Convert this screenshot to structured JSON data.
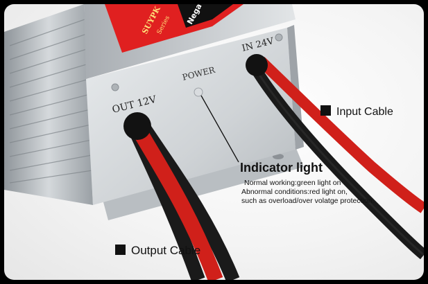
{
  "device_labels": {
    "power": "POWER",
    "out_port": "OUT 12V",
    "in_port": "IN 24V",
    "brand_text": "SUYPK",
    "brand_sub": "Series",
    "label_fragment": "Nega"
  },
  "callouts": {
    "input_cable": "Input Cable",
    "output_cable": "Output Cable",
    "indicator_title": "Indicator light",
    "indicator_desc": [
      "Normal working:green light on",
      "Abnormal conditions:red light on,",
      "such as overload/over volatge protection."
    ]
  },
  "colors": {
    "cable_red": "#d0201a",
    "cable_black": "#1a1a1a",
    "housing": "#c9cdd1",
    "label_red": "#e02020"
  }
}
